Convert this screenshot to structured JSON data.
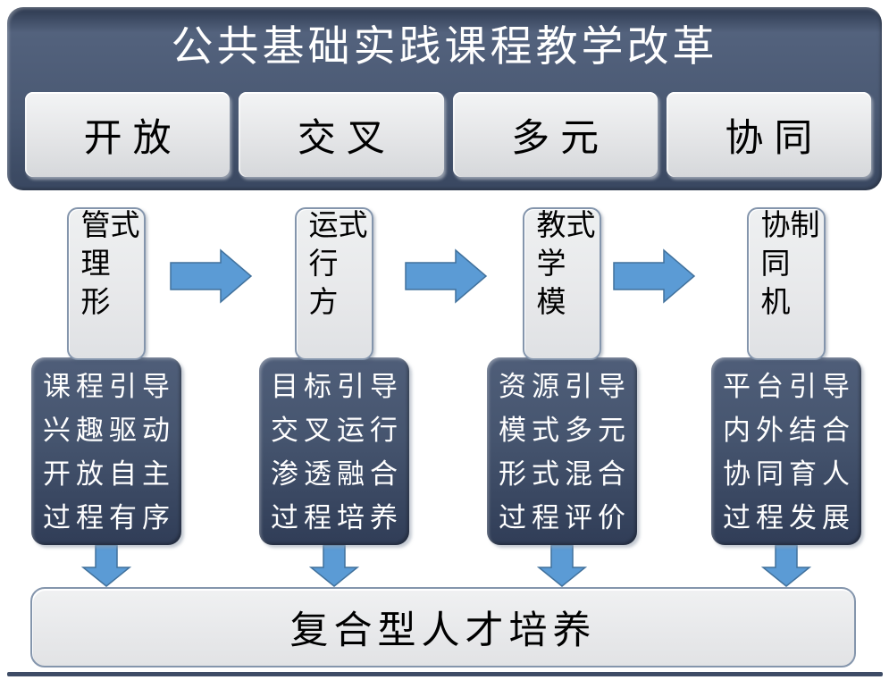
{
  "header": {
    "title": "公共基础实践课程教学改革",
    "pillars": [
      {
        "label": "开放"
      },
      {
        "label": "交叉"
      },
      {
        "label": "多元"
      },
      {
        "label": "协同"
      }
    ]
  },
  "columns": [
    {
      "label": "管理形式",
      "lines": [
        "课程引导",
        "兴趣驱动",
        "开放自主",
        "过程有序"
      ]
    },
    {
      "label": "运行方式",
      "lines": [
        "目标引导",
        "交叉运行",
        "渗透融合",
        "过程培养"
      ]
    },
    {
      "label": "教学模式",
      "lines": [
        "资源引导",
        "模式多元",
        "形式混合",
        "过程评价"
      ]
    },
    {
      "label": "协同机制",
      "lines": [
        "平台引导",
        "内外结合",
        "协同育人",
        "过程发展"
      ]
    }
  ],
  "footer": {
    "label": "复合型人才培养"
  },
  "icons": {
    "right_arrow": "→",
    "down_arrow": "↓"
  },
  "colors": {
    "panel_dark": "#44536d",
    "panel_light": "#e9eaec",
    "arrow_fill": "#5b9bd5",
    "arrow_stroke": "#41719c",
    "title_text": "#ffffff",
    "body_text": "#000000",
    "bottom_rule": "#3e4c66"
  }
}
